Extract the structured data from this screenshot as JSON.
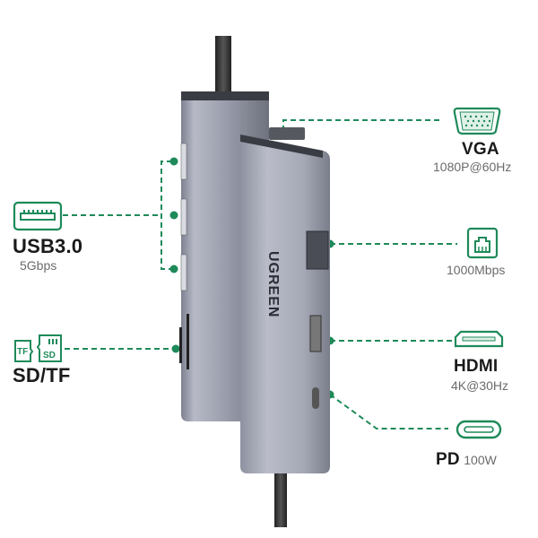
{
  "brand": "UGREEN",
  "accent_color": "#1e8a5a",
  "ports_left": [
    {
      "id": "usb",
      "icon": "usb-a-port-icon",
      "title": "USB3.0",
      "subtitle": "5Gbps"
    },
    {
      "id": "card",
      "icon": "sd-tf-card-icon",
      "title": "SD/TF",
      "subtitle": "",
      "icon_labels": [
        "TF",
        "SD"
      ]
    }
  ],
  "ports_right": [
    {
      "id": "vga",
      "icon": "vga-port-icon",
      "title": "VGA",
      "subtitle": "1080P@60Hz"
    },
    {
      "id": "ethernet",
      "icon": "ethernet-port-icon",
      "title": "",
      "subtitle": "1000Mbps"
    },
    {
      "id": "hdmi",
      "icon": "hdmi-port-icon",
      "title": "HDMI",
      "subtitle": "4K@30Hz"
    },
    {
      "id": "pd",
      "icon": "usb-c-port-icon",
      "title": "PD",
      "subtitle": "100W"
    }
  ],
  "device_labels": {
    "usb_port_label": "USB3.0",
    "card_port_label": "SD/TF"
  }
}
